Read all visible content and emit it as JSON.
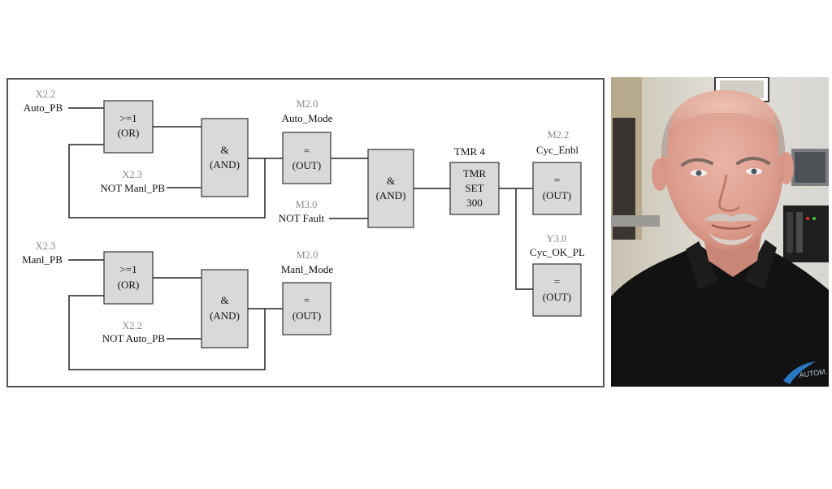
{
  "diagram": {
    "gates": {
      "or1": [
        ">=1",
        "(OR)"
      ],
      "and1": [
        "&",
        "(AND)"
      ],
      "out1": [
        "=",
        "(OUT)"
      ],
      "and3": [
        "&",
        "(AND)"
      ],
      "tmr": [
        "TMR",
        "SET",
        "300"
      ],
      "out3": [
        "=",
        "(OUT)"
      ],
      "out4": [
        "=",
        "(OUT)"
      ],
      "or2": [
        ">=1",
        "(OR)"
      ],
      "and2": [
        "&",
        "(AND)"
      ],
      "out2": [
        "=",
        "(OUT)"
      ]
    },
    "tags": {
      "auto_pb": {
        "addr": "X2.2",
        "label": "Auto_PB"
      },
      "not_manl_pb": {
        "addr": "X2.3",
        "label": "NOT Manl_PB"
      },
      "auto_mode": {
        "addr": "M2.0",
        "label": "Auto_Mode"
      },
      "not_fault": {
        "addr": "M3.0",
        "label": "NOT Fault"
      },
      "tmr4": {
        "label": "TMR 4"
      },
      "cyc_enbl": {
        "addr": "M2.2",
        "label": "Cyc_Enbl"
      },
      "cyc_ok_pl": {
        "addr": "Y3.0",
        "label": "Cyc_OK_PL"
      },
      "manl_pb": {
        "addr": "X2.3",
        "label": "Manl_PB"
      },
      "not_auto_pb": {
        "addr": "X2.2",
        "label": "NOT Auto_PB"
      },
      "manl_mode": {
        "addr": "M2.0",
        "label": "Manl_Mode"
      }
    }
  },
  "photo": {
    "logo_text": "AUTOM… …NSUL…",
    "colors": {
      "shirt": "#121212",
      "skin": "#e0a596",
      "wall": "#d9d6cf",
      "logo": "#2a77c4"
    }
  }
}
